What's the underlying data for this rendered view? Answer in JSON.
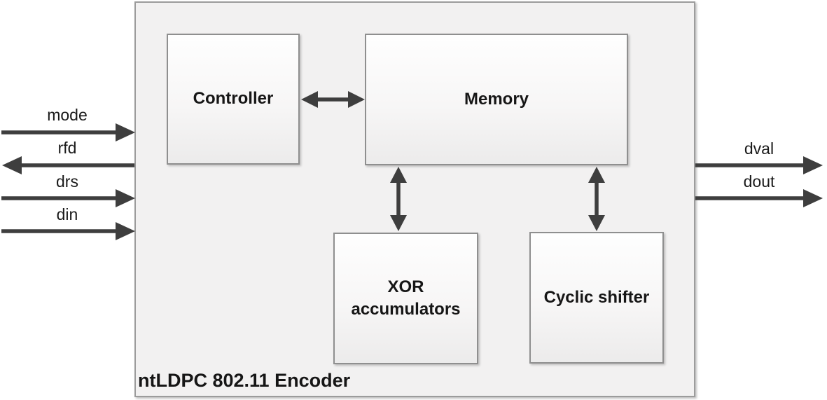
{
  "diagram": {
    "title": "ntLDPC 802.11 Encoder",
    "type": "hardware-block-diagram"
  },
  "blocks": [
    {
      "id": "controller",
      "label": "Controller"
    },
    {
      "id": "memory",
      "label": "Memory"
    },
    {
      "id": "xor-accumulators",
      "label": "XOR accumulators"
    },
    {
      "id": "cyclic-shifter",
      "label": "Cyclic shifter"
    }
  ],
  "signals": {
    "left": [
      {
        "name": "mode",
        "direction": "in"
      },
      {
        "name": "rfd",
        "direction": "out"
      },
      {
        "name": "drs",
        "direction": "in"
      },
      {
        "name": "din",
        "direction": "in"
      }
    ],
    "right": [
      {
        "name": "dval",
        "direction": "out"
      },
      {
        "name": "dout",
        "direction": "out"
      }
    ]
  },
  "connections": [
    {
      "from": "Controller",
      "to": "Memory",
      "style": "bidirectional"
    },
    {
      "from": "Memory",
      "to": "XOR accumulators",
      "style": "bidirectional"
    },
    {
      "from": "Memory",
      "to": "Cyclic shifter",
      "style": "bidirectional"
    }
  ],
  "colors": {
    "arrow": "#3e3e3e",
    "block_border": "#8f8f8f",
    "outer_border": "#9c9c9c",
    "outer_fill": "#f2f1f1",
    "text": "#1c1c1c"
  }
}
